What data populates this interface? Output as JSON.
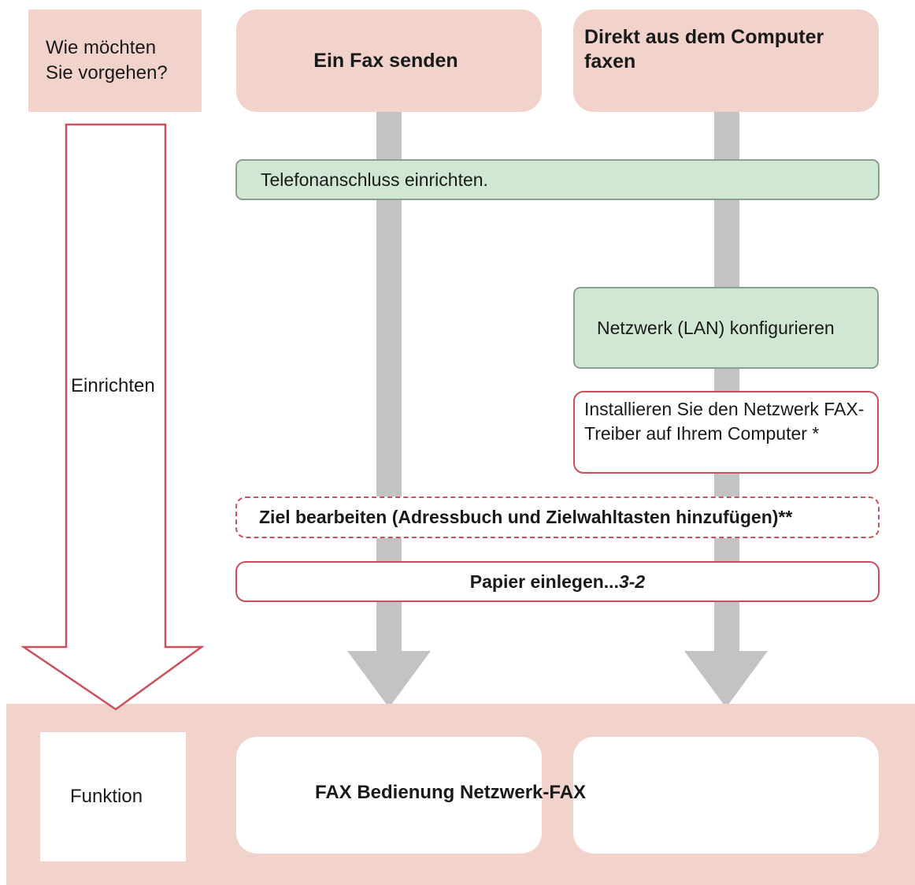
{
  "header": {
    "question": "Wie möchten Sie vorgehen?",
    "fax_send": "Ein Fax senden",
    "pc_fax": "Direkt aus dem Computer faxen"
  },
  "steps": {
    "phone_line": "Telefonanschluss einrichten.",
    "network_lan": "Netzwerk (LAN) konfigurieren",
    "install_driver": "Installieren Sie den Netzwerk FAX-Treiber auf Ihrem Computer *",
    "edit_destination": "Ziel bearbeiten (Adressbuch und Zielwahltasten hinzufügen)**",
    "load_paper": "Papier einlegen...",
    "load_paper_ref": "3-2"
  },
  "phases": {
    "setup": "Einrichten",
    "function": "Funktion"
  },
  "results": {
    "text": "FAX Bedienung Netzwerk-FAX"
  },
  "colors": {
    "pink_fill": "#f2d3cc",
    "green_fill": "#d0e8d3",
    "red_outline": "#c9505c",
    "gray_arrow": "#c3c3c4"
  }
}
